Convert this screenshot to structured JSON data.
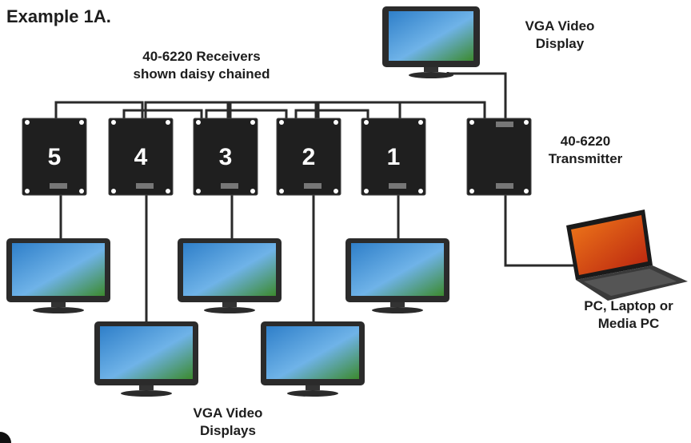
{
  "title": "Example 1A.",
  "labels": {
    "top_display_line1": "VGA Video",
    "top_display_line2": "Display",
    "receivers_line1": "40-6220 Receivers",
    "receivers_line2": "shown daisy chained",
    "transmitter_line1": "40-6220",
    "transmitter_line2": "Transmitter",
    "source_line1": "PC, Laptop or",
    "source_line2": "Media PC",
    "displays_line1": "VGA Video",
    "displays_line2": "Displays"
  },
  "receivers": [
    "5",
    "4",
    "3",
    "2",
    "1"
  ],
  "colors": {
    "box": "#1f1f1f",
    "box_edge": "#333333",
    "cable": "#2a2a2a",
    "monitor_bezel": "#2b2b2b",
    "laptop_screen": "#d9421a"
  }
}
